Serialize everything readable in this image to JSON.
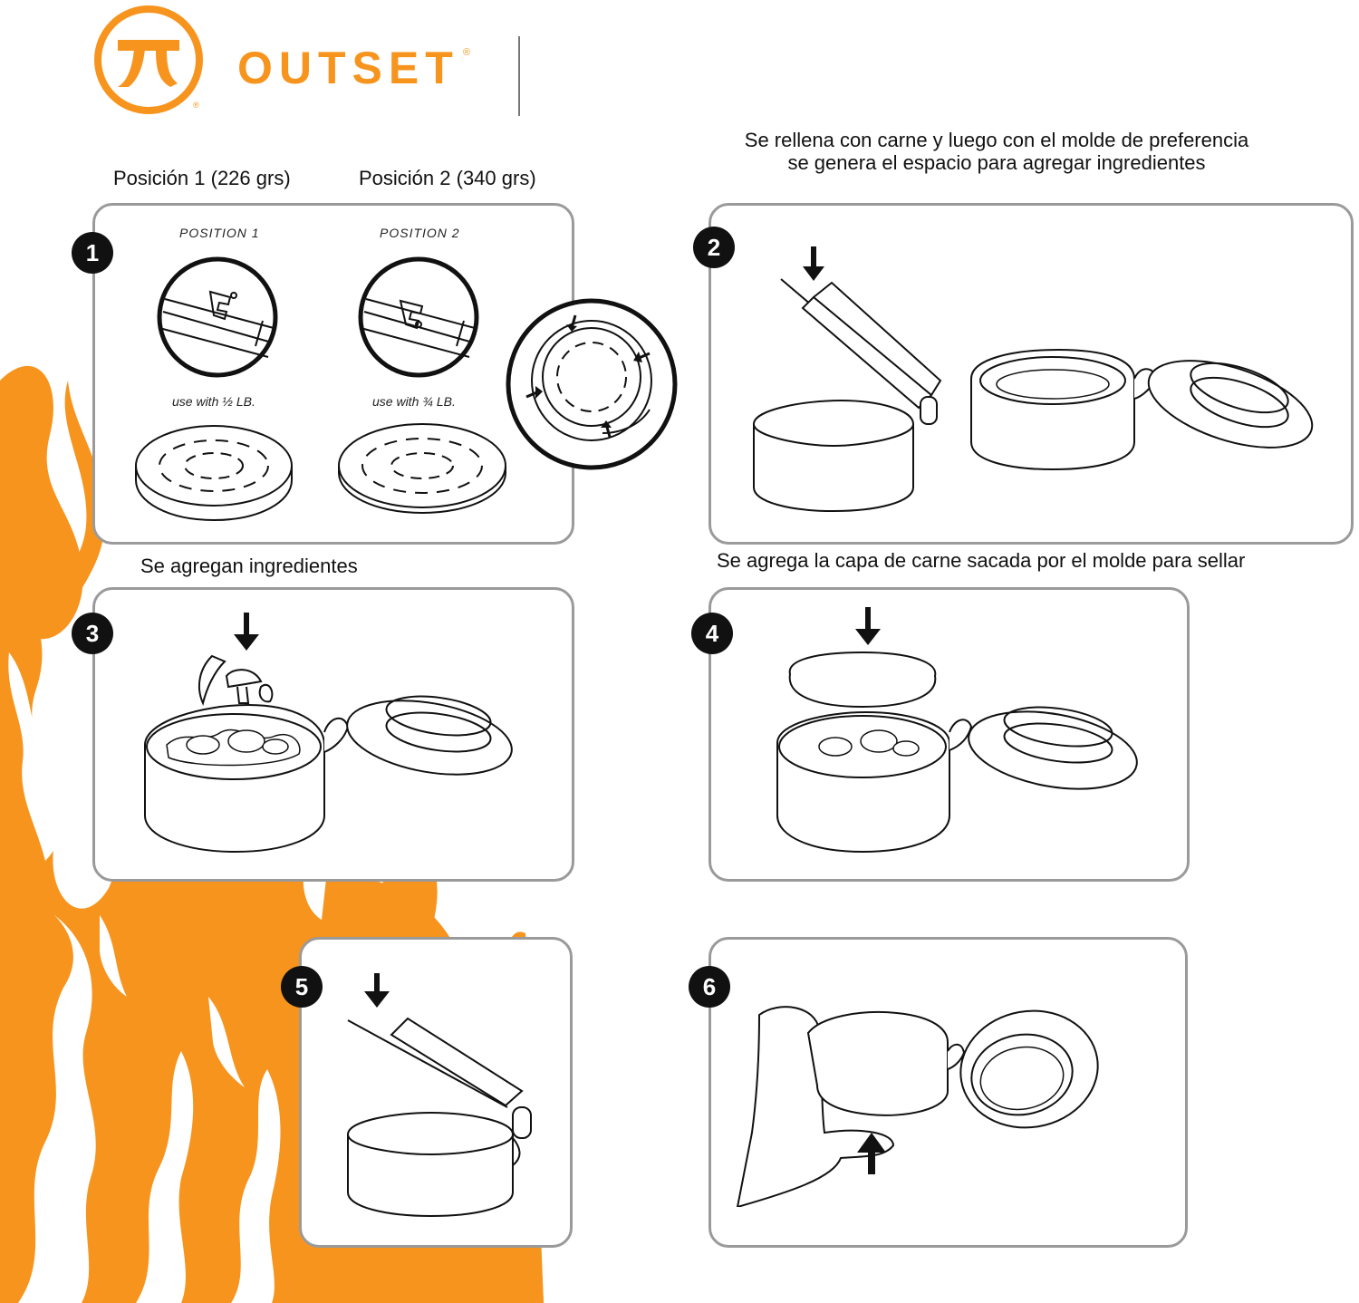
{
  "brand": {
    "name": "OUTSET",
    "registered_mark": "®",
    "icon": "outset-pi-logo-icon"
  },
  "captions": {
    "position_1": "Posición 1 (226 grs)",
    "position_2": "Posición 2 (340 grs)",
    "step2_line1": "Se rellena con carne y luego con el molde de preferencia",
    "step2_line2": "se genera el espacio para agregar ingredientes",
    "step3": "Se agregan ingredientes",
    "step4": "Se agrega la capa de carne sacada por el molde para sellar"
  },
  "steps": [
    {
      "number": "1"
    },
    {
      "number": "2"
    },
    {
      "number": "3"
    },
    {
      "number": "4"
    },
    {
      "number": "5"
    },
    {
      "number": "6"
    }
  ],
  "panel1": {
    "position_1_label": "POSITION 1",
    "position_2_label": "POSITION 2",
    "use_half": "use with ½ LB.",
    "use_three_quarter": "use with ¾ LB."
  },
  "colors": {
    "accent": "#f7941d",
    "panel_border": "#9a9a9a",
    "badge": "#111111"
  }
}
